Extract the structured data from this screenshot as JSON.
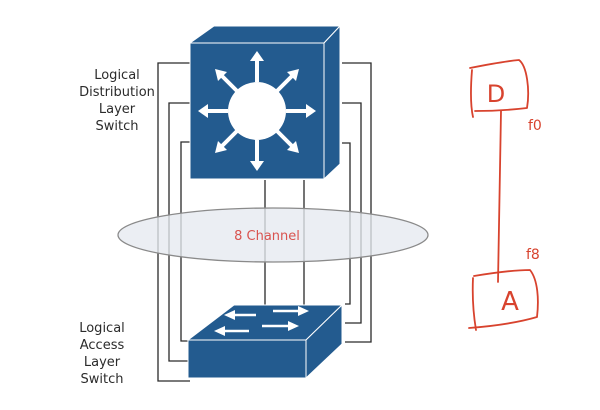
{
  "diagram": {
    "distribution_switch": {
      "label_lines": [
        "Logical",
        "Distribution",
        "Layer",
        "Switch"
      ],
      "icon": "layer3-switch-icon"
    },
    "access_switch": {
      "label_lines": [
        "Logical",
        "Access",
        "Layer",
        "Switch"
      ],
      "icon": "layer2-switch-icon"
    },
    "channel": {
      "label": "8 Channel",
      "link_count": 8
    },
    "colors": {
      "switch_blue": "#235b8f",
      "ellipse_fill": "#e6e9f0",
      "ellipse_stroke": "#8a8a8a",
      "channel_text": "#d9534f",
      "wire": "#2a2a2a",
      "annotation_red": "#d8432e"
    }
  },
  "annotation": {
    "top_box_letter": "D",
    "top_port": "f0",
    "bottom_box_letter": "A",
    "bottom_port": "f8"
  }
}
